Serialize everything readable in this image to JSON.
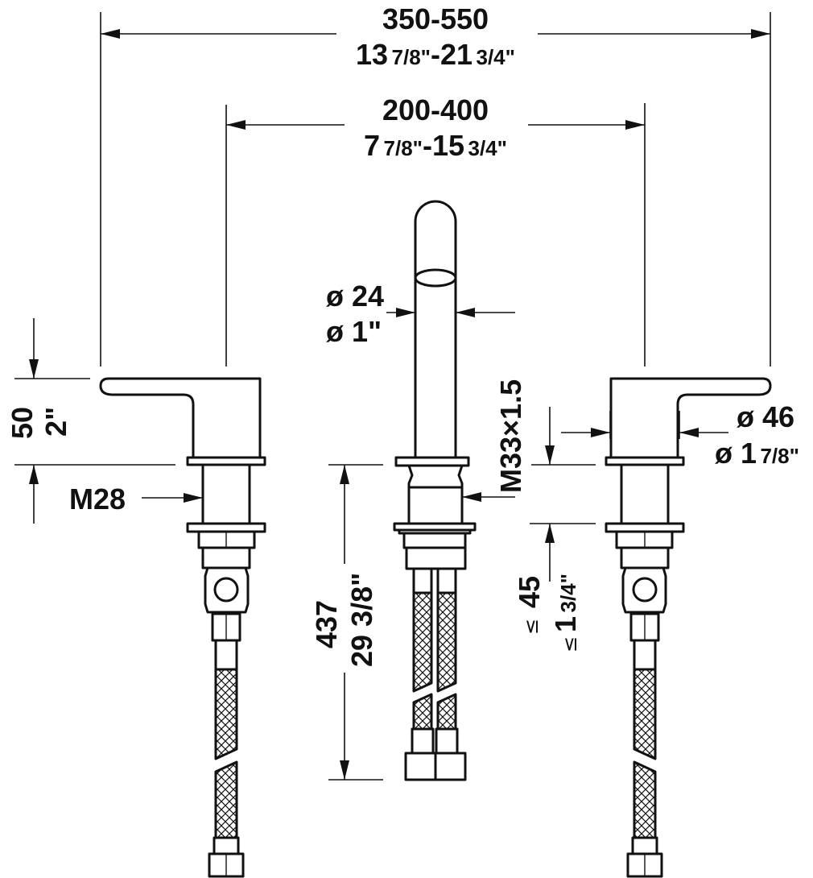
{
  "dimensions": {
    "overall_width": {
      "mm": "350-550",
      "in_whole_a": "13",
      "in_frac_a": "7/8\"",
      "in_sep": "-21",
      "in_frac_b": "3/4\""
    },
    "handle_spacing": {
      "mm": "200-400",
      "in_whole_a": "7",
      "in_frac_a": "7/8\"",
      "in_sep": "-15",
      "in_frac_b": "3/4\""
    },
    "spout_diameter": {
      "mm": "ø 24",
      "in": "ø 1\""
    },
    "handle_height": {
      "mm": "50",
      "in": "2\""
    },
    "valve_thread": {
      "label": "M28"
    },
    "spout_thread": {
      "label": "M33×1.5"
    },
    "handle_diameter": {
      "mm": "ø 46",
      "in_whole": "ø 1",
      "in_frac": "7/8\""
    },
    "hose_length": {
      "mm": "437",
      "in": "29 3/8\""
    },
    "deck_thickness": {
      "mm": "45",
      "in_whole": "1",
      "in_frac": "3/4\"",
      "le_symbol": "≤"
    }
  }
}
